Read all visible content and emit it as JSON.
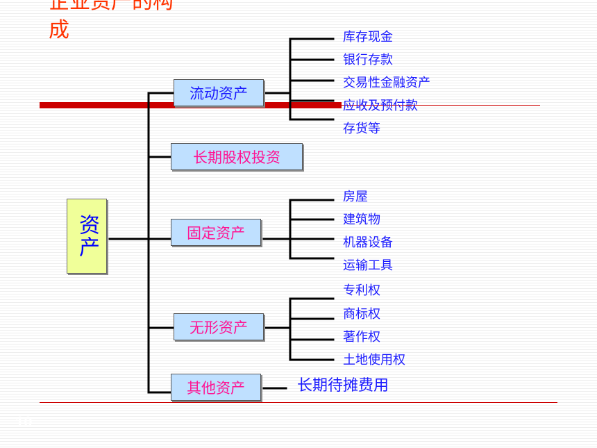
{
  "title": {
    "line1": "企业资产的构",
    "line2": "成"
  },
  "page_number": "10",
  "root": {
    "label": "资产"
  },
  "branches": [
    {
      "label": "流动资产",
      "color": "#1a1aff",
      "children": [
        "库存现金",
        "银行存款",
        "交易性金融资产",
        "应收及预付款",
        "存货等"
      ]
    },
    {
      "label": "长期股权投资",
      "color": "#ff1493",
      "children": []
    },
    {
      "label": "固定资产",
      "color": "#ff1493",
      "children": [
        "房屋",
        "建筑物",
        "机器设备",
        "运输工具"
      ]
    },
    {
      "label": "无形资产",
      "color": "#ff1493",
      "children": [
        "专利权",
        "商标权",
        "著作权",
        "土地使用权"
      ]
    },
    {
      "label": "其他资产",
      "color": "#ff1493",
      "children": [
        "长期待摊费用"
      ]
    }
  ]
}
